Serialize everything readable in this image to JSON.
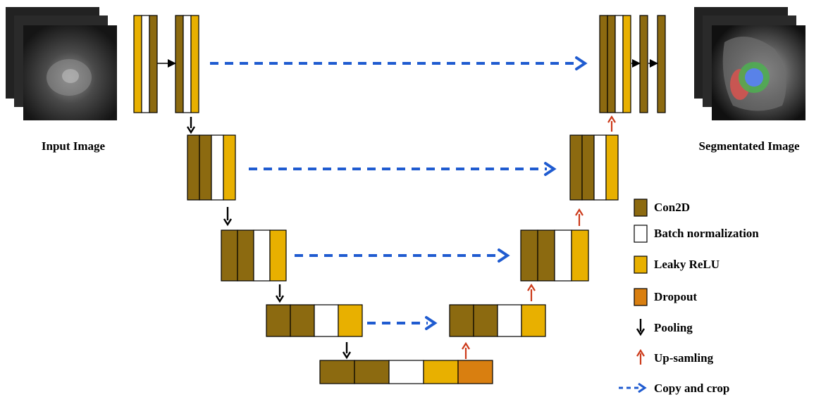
{
  "colors": {
    "conv": "#8c6a10",
    "bn": "#ffffff",
    "relu": "#e8b000",
    "dropout": "#d97f10",
    "pool": "#000000",
    "up": "#cc3a1a",
    "copy": "#1f5bd0",
    "stroke": "#000000"
  },
  "labels": {
    "input": "Input Image",
    "output": "Segmentated Image"
  },
  "legend": [
    {
      "key": "conv",
      "label": "Con2D",
      "kind": "swatch"
    },
    {
      "key": "bn",
      "label": "Batch normalization",
      "kind": "swatch"
    },
    {
      "key": "relu",
      "label": "Leaky ReLU",
      "kind": "swatch"
    },
    {
      "key": "dropout",
      "label": "Dropout",
      "kind": "swatch"
    },
    {
      "key": "pool",
      "label": "Pooling",
      "kind": "down-arrow"
    },
    {
      "key": "up",
      "label": "Up-samling",
      "kind": "up-arrow"
    },
    {
      "key": "copy",
      "label": "Copy and crop",
      "kind": "dashed-arrow"
    }
  ]
}
